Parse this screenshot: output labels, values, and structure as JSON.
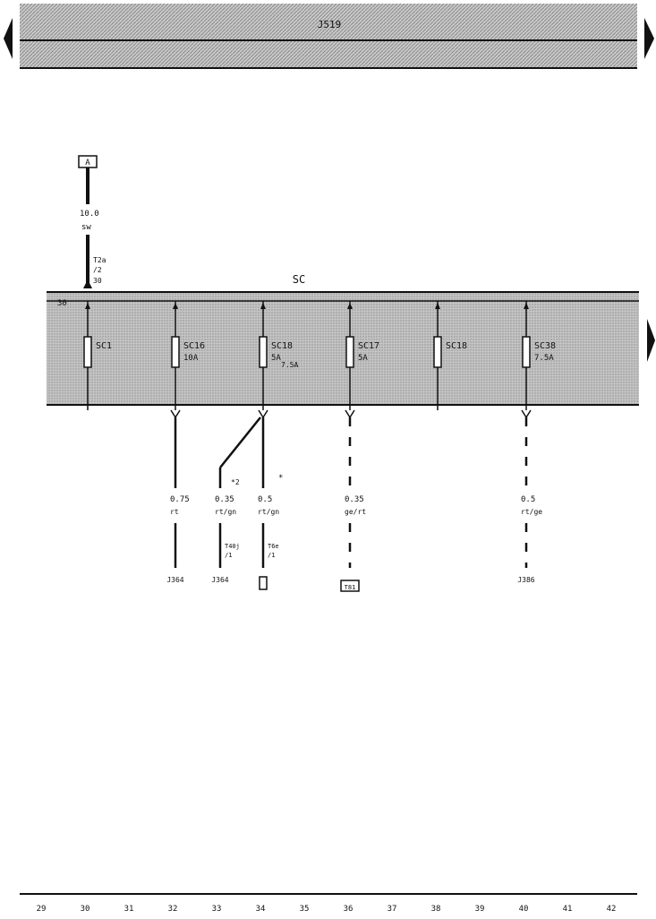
{
  "header": {
    "title": "J519"
  },
  "fuse_panel": {
    "label": "SC",
    "terminal": "30",
    "color": "#bdbdbd",
    "fuses": [
      {
        "id": "SC1",
        "rating": "",
        "alt_rating": ""
      },
      {
        "id": "SC16",
        "rating": "10A",
        "alt_rating": ""
      },
      {
        "id": "SC18",
        "rating": "5A",
        "alt_rating": "7.5A"
      },
      {
        "id": "SC17",
        "rating": "5A",
        "alt_rating": ""
      },
      {
        "id": "SC18",
        "rating": "",
        "alt_rating": ""
      },
      {
        "id": "SC38",
        "rating": "7.5A",
        "alt_rating": ""
      }
    ]
  },
  "feed": {
    "top_label": "A",
    "size": "10.0",
    "color": "sw",
    "connector": "T2a",
    "pin": "/2",
    "terminal": "30"
  },
  "wires": [
    {
      "size": "0.75",
      "color": "rt",
      "connector": "",
      "pin": "",
      "dest": "J364",
      "dest_type": "text",
      "dashed": false
    },
    {
      "size": "0.35",
      "color": "rt/gn",
      "connector": "T40j",
      "pin": "/1",
      "dest": "J364",
      "dest_type": "text",
      "dashed": false,
      "note": "*2"
    },
    {
      "size": "0.5",
      "color": "rt/gn",
      "connector": "T6e",
      "pin": "/1",
      "dest": "",
      "dest_type": "connector",
      "dashed": false,
      "note": "*"
    },
    {
      "size": "0.35",
      "color": "ge/rt",
      "connector": "",
      "pin": "",
      "dest": "T81",
      "dest_type": "box",
      "dashed": true
    },
    {
      "size": "0.5",
      "color": "rt/ge",
      "connector": "",
      "pin": "",
      "dest": "J386",
      "dest_type": "text",
      "dashed": true
    }
  ],
  "notes": {
    "alt1": "*2",
    "alt2": "*"
  },
  "nav": {
    "left_arrow": "left-arrow-icon",
    "right_arrow": "right-arrow-icon"
  },
  "footer": {
    "numbers": [
      "29",
      "30",
      "31",
      "32",
      "33",
      "34",
      "35",
      "36",
      "37",
      "38",
      "39",
      "40",
      "41",
      "42"
    ]
  }
}
